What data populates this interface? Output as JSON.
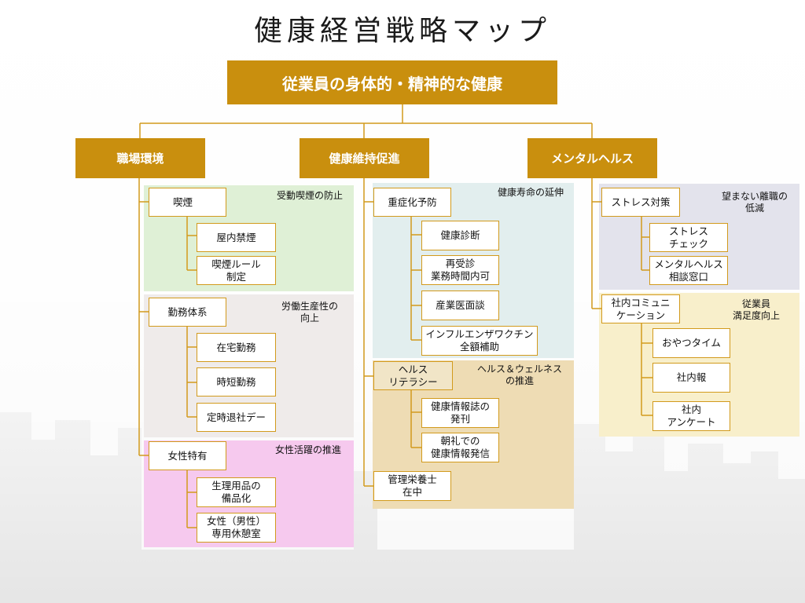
{
  "title": "健康経営戦略マップ",
  "goal": "従業員の身体的・精神的な健康",
  "colors": {
    "gold": "#c98f0e",
    "line": "#d29a1c",
    "green_panel": "#dff0d6",
    "gray_panel": "#efebea",
    "pink_panel": "#f6c9ee",
    "blue_panel": "#e2eeee",
    "tan_panel": "#eedcb4",
    "lavender_panel": "#e3e3ec",
    "cream_panel": "#f8efcb"
  },
  "pillars": {
    "workplace": {
      "label": "職場環境",
      "smoking": {
        "outcome": "受動喫煙の防止",
        "category": "喫煙",
        "items": [
          "屋内禁煙",
          "喫煙ルール\n制定"
        ]
      },
      "work_system": {
        "outcome": "労働生産性の\n向上",
        "category": "勤務体系",
        "items": [
          "在宅勤務",
          "時短勤務",
          "定時退社デー"
        ]
      },
      "women": {
        "outcome": "女性活躍の推進",
        "category": "女性特有",
        "items": [
          "生理用品の\n備品化",
          "女性（男性）\n専用休憩室"
        ]
      }
    },
    "health": {
      "label": "健康維持促進",
      "prevention": {
        "outcome": "健康寿命の延伸",
        "category": "重症化予防",
        "items": [
          "健康診断",
          "再受診\n業務時間内可",
          "産業医面談",
          "インフルエンザワクチン\n全額補助"
        ]
      },
      "literacy": {
        "outcome": "ヘルス＆ウェルネス\nの推進",
        "category": "ヘルス\nリテラシー",
        "items": [
          "健康情報誌の\n発刊",
          "朝礼での\n健康情報発信"
        ]
      },
      "nutrition": {
        "category": "管理栄養士\n在中"
      }
    },
    "mental": {
      "label": "メンタルヘルス",
      "stress": {
        "outcome": "望まない離職の\n低減",
        "category": "ストレス対策",
        "items": [
          "ストレス\nチェック",
          "メンタルヘルス\n相談窓口"
        ]
      },
      "communication": {
        "outcome": "従業員\n満足度向上",
        "category": "社内コミュニ\nケーション",
        "items": [
          "おやつタイム",
          "社内報",
          "社内\nアンケート"
        ]
      }
    }
  }
}
